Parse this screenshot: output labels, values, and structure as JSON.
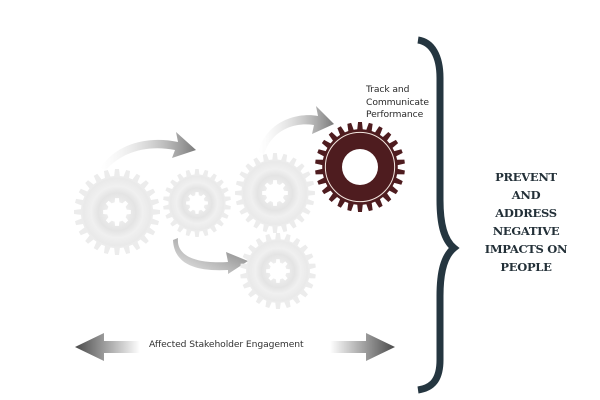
{
  "diagram": {
    "title": "Affected stakeholder engagement process",
    "labels": {
      "track_performance": [
        "Track and",
        "Communicate",
        "Performance"
      ],
      "outcome": [
        "PREVENT",
        "AND",
        "ADDRESS",
        "NEGATIVE",
        "IMPACTS ON",
        "PEOPLE"
      ],
      "engagement": "Affected Stakeholder Engagement"
    },
    "gears": [
      {
        "id": "gear-1",
        "style": "gray",
        "teeth": 24
      },
      {
        "id": "gear-2",
        "style": "gray",
        "teeth": 22
      },
      {
        "id": "gear-3",
        "style": "gray",
        "teeth": 24
      },
      {
        "id": "gear-4",
        "style": "gray",
        "teeth": 22
      },
      {
        "id": "gear-track-performance",
        "style": "highlight",
        "teeth": 26
      }
    ],
    "arrows": [
      {
        "from": "gear-1",
        "to": "gear-2"
      },
      {
        "from": "gear-3",
        "to": "gear-track-performance"
      },
      {
        "from": "gear-2",
        "to": "gear-4"
      }
    ],
    "colors": {
      "highlight_gear": "#4e1c1f",
      "gray_gear": "#e6e6e6",
      "brace": "#253640",
      "outcome_text": "#233038",
      "arrow_dark": "#6e6e6e"
    }
  }
}
